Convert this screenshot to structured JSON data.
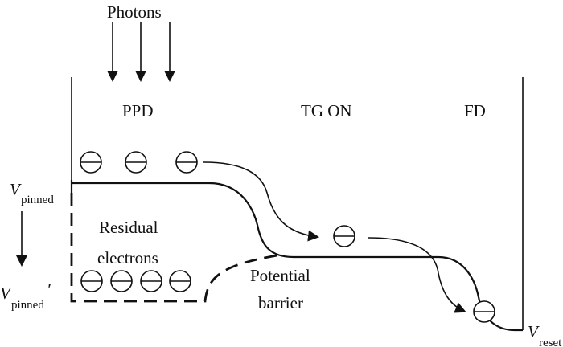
{
  "diagram": {
    "title_label": "Photons",
    "regions": {
      "ppd": "PPD",
      "tg": "TG ON",
      "fd": "FD"
    },
    "labels": {
      "residual_line1": "Residual",
      "residual_line2": "electrons",
      "barrier_line1": "Potential",
      "barrier_line2": "barrier"
    },
    "voltages": {
      "v_pinned_main": "V",
      "v_pinned_sub": "pinned",
      "v_pinned_prime_main": "V",
      "v_pinned_prime_sub": "pinned",
      "v_pinned_prime_mark": "′",
      "v_reset_main": "V",
      "v_reset_sub": "reset"
    },
    "counts": {
      "photon_arrows": 3,
      "ppd_electrons": 3,
      "residual_electrons": 4,
      "tg_electrons": 1,
      "fd_electrons": 1
    },
    "electron_symbol": "minus-in-circle",
    "colors": {
      "stroke": "#111111",
      "background": "#ffffff"
    }
  }
}
